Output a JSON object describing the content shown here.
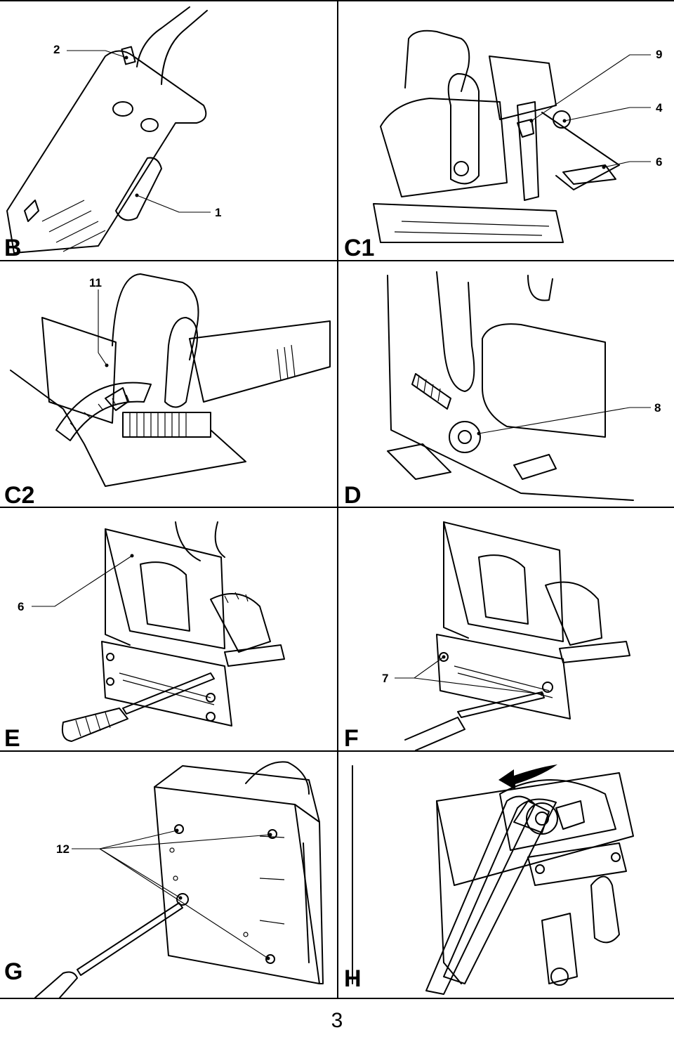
{
  "page": {
    "number": "3"
  },
  "panels": {
    "B": {
      "letter": "B",
      "callouts": [
        "2",
        "1"
      ]
    },
    "C1": {
      "letter": "C1",
      "callouts": [
        "9",
        "4",
        "6"
      ]
    },
    "C2": {
      "letter": "C2",
      "callouts": [
        "11"
      ]
    },
    "D": {
      "letter": "D",
      "callouts": [
        "8"
      ]
    },
    "E": {
      "letter": "E",
      "callouts": [
        "6"
      ]
    },
    "F": {
      "letter": "F",
      "callouts": [
        "7"
      ]
    },
    "G": {
      "letter": "G",
      "callouts": [
        "12"
      ]
    },
    "H": {
      "letter": "H",
      "callouts": []
    }
  },
  "icons": {
    "H": "rotation-arrow-icon"
  }
}
